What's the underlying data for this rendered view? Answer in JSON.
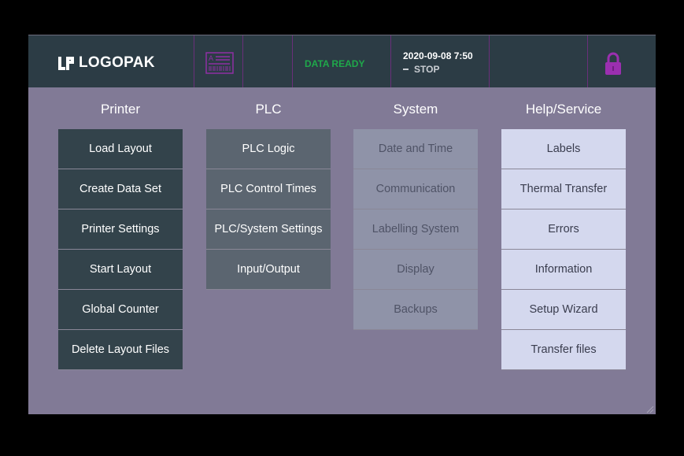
{
  "header": {
    "logo_text": "LOGOPAK",
    "status": "DATA READY",
    "datetime": "2020-09-08 7:50",
    "run_state": "STOP"
  },
  "colors": {
    "header_bg": "#2c3c45",
    "app_bg": "#817a96",
    "status_green": "#1fa84a",
    "accent_purple": "#9b2fb0",
    "printer_btn": "#33434b",
    "plc_btn": "#5b6570",
    "system_btn": "#8f93a8",
    "help_btn": "#d4d8ee"
  },
  "icons": {
    "id_card": "id-card-icon",
    "lock": "lock-icon"
  },
  "columns": {
    "printer": {
      "title": "Printer",
      "items": [
        "Load Layout",
        "Create Data Set",
        "Printer Settings",
        "Start Layout",
        "Global Counter",
        "Delete Layout Files"
      ]
    },
    "plc": {
      "title": "PLC",
      "items": [
        "PLC Logic",
        "PLC Control Times",
        "PLC/System Settings",
        "Input/Output"
      ]
    },
    "system": {
      "title": "System",
      "items": [
        "Date and Time",
        "Communication",
        "Labelling System",
        "Display",
        "Backups"
      ]
    },
    "help": {
      "title": "Help/Service",
      "items": [
        "Labels",
        "Thermal Transfer",
        "Errors",
        "Information",
        "Setup Wizard",
        "Transfer files"
      ]
    }
  }
}
